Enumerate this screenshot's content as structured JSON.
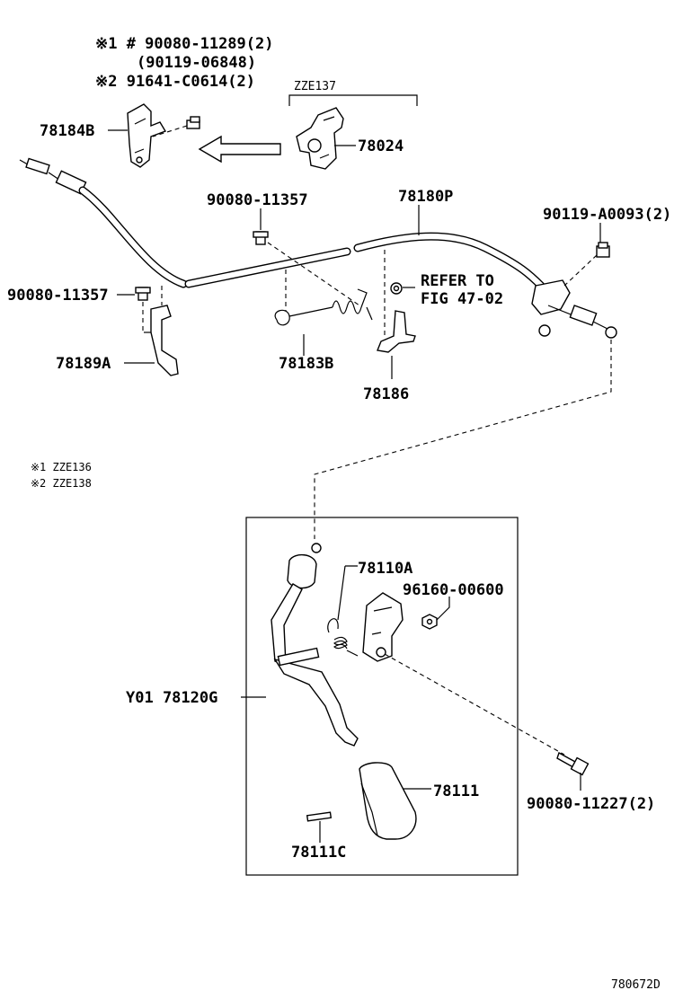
{
  "header_notes": {
    "line1": "※1 # 90080-11289(2)",
    "line2": "(90119-06848)",
    "line3": "※2  91641-C0614(2)"
  },
  "variant_label": "ZZE137",
  "legend": {
    "note1": "※1  ZZE136",
    "note2": "※2  ZZE138"
  },
  "parts": {
    "bracket_78184B": "78184B",
    "bracket_78024": "78024",
    "bolt_90080_11357_top": "90080-11357",
    "cable_78180P": "78180P",
    "bolt_90119_A0093": "90119-A0093(2)",
    "bolt_90080_11357_left": "90080-11357",
    "refer_line1": "REFER TO",
    "refer_line2": "FIG 47-02",
    "bracket_78189A": "78189A",
    "spring_78183B": "78183B",
    "clip_78186": "78186",
    "spring_78110A": "78110A",
    "nut_96160_00600": "96160-00600",
    "pedal_78120G": "Y01 78120G",
    "pad_78111": "78111",
    "bolt_90080_11227": "90080-11227(2)",
    "pin_78111C": "78111C"
  },
  "diagram_code": "780672D"
}
